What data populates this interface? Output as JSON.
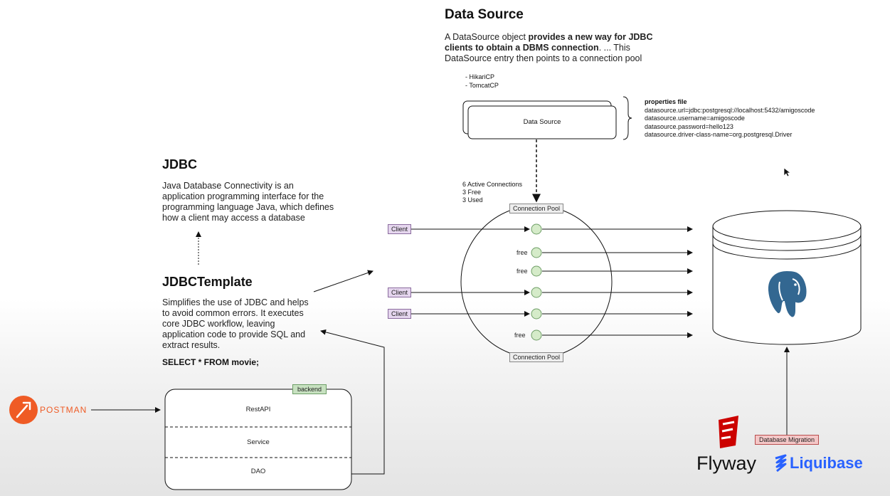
{
  "datasource": {
    "title": "Data Source",
    "desc_1": "A DataSource object ",
    "desc_bold": "provides a new way for JDBC clients to obtain a DBMS connection",
    "desc_2": ". ... This DataSource entry then points to a connection pool",
    "pools": [
      "- HikariCP",
      "- TomcatCP"
    ],
    "box_label": "Data Source"
  },
  "properties": {
    "heading": "properties file",
    "lines": [
      "datasource.url=jdbc:postgresql://localhost:5432/amigoscode",
      "datasource.username=amigoscode",
      "datasource.password=hello123",
      "datasource.driver-class-name=org.postgresql.Driver"
    ]
  },
  "jdbc": {
    "title": "JDBC",
    "desc": "Java Database Connectivity is an application programming interface for the programming language Java, which defines how a client may access a database"
  },
  "jdbctemplate": {
    "title": "JDBCTemplate",
    "desc": "Simplifies the use of JDBC and helps to avoid common errors. It executes core JDBC workflow, leaving application code to provide SQL and extract results.",
    "sql": "SELECT * FROM movie;"
  },
  "pool": {
    "stats": [
      "6 Active Connections",
      "3 Free",
      "3 Used"
    ],
    "label_top": "Connection Pool",
    "label_bottom": "Connection Pool",
    "client_label": "Client",
    "free_label": "free"
  },
  "backend": {
    "tag": "backend",
    "layers": [
      "RestAPI",
      "Service",
      "DAO"
    ]
  },
  "postman": {
    "label": "POSTMAN"
  },
  "migration": {
    "label": "Database Migration",
    "flyway": "Flyway",
    "liquibase": "Liquibase"
  },
  "colors": {
    "postman": "#ef5b25",
    "postgres": "#336791",
    "flyway": "#cc0200",
    "liquibase": "#2962ff"
  }
}
